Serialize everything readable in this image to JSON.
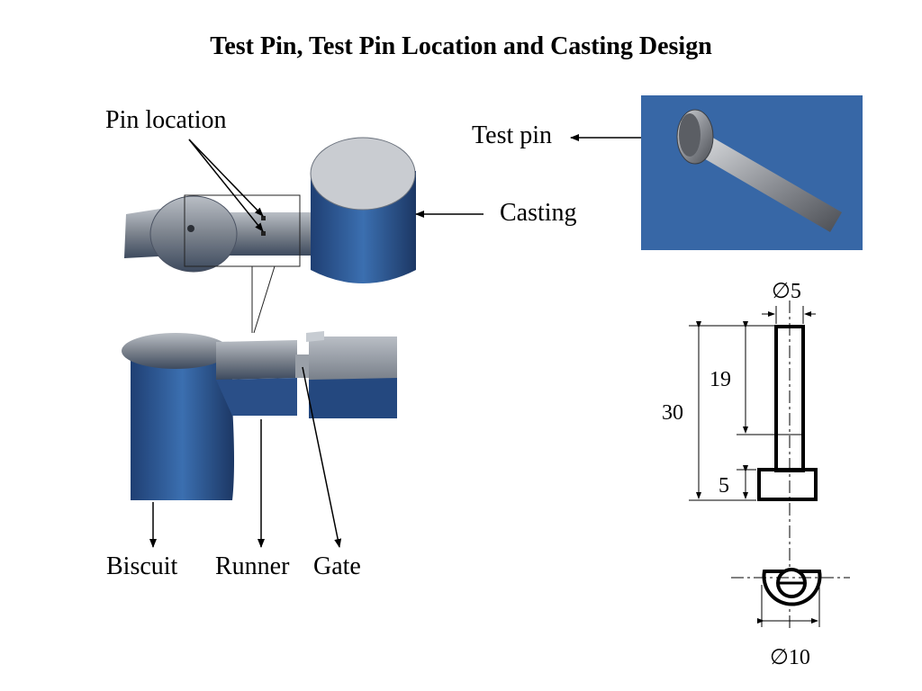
{
  "title": "Test Pin, Test Pin Location and  Casting Design",
  "labels": {
    "pin_location": "Pin location",
    "test_pin": "Test pin",
    "casting": "Casting",
    "biscuit": "Biscuit",
    "runner": "Runner",
    "gate": "Gate"
  },
  "drawing": {
    "dia_small": "∅5",
    "dia_large": "∅10",
    "dim_total": "30",
    "dim_shaft": "19",
    "dim_head": "5"
  },
  "colors": {
    "photo_blue": "#2f5f9e",
    "metal": "#8a8f96"
  }
}
